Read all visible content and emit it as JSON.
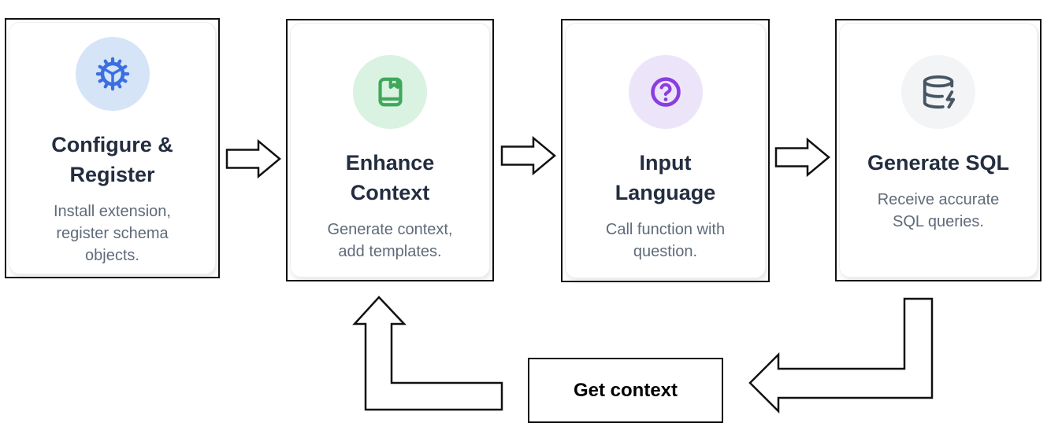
{
  "diagram": {
    "steps": [
      {
        "title": "Configure &\nRegister",
        "description": "Install extension,\nregister schema\nobjects.",
        "icon": "gear-icon",
        "icon_color": "#3B6EE0",
        "icon_bg": "#D6E4F8"
      },
      {
        "title": "Enhance\nContext",
        "description": "Generate context,\nadd templates.",
        "icon": "book-icon",
        "icon_color": "#3FA85A",
        "icon_bg": "#DAF2E2"
      },
      {
        "title": "Input\nLanguage",
        "description": "Call function with\nquestion.",
        "icon": "question-circle-icon",
        "icon_color": "#8B3DDE",
        "icon_bg": "#ECE5FA"
      },
      {
        "title": "Generate SQL",
        "description": "Receive accurate\nSQL queries.",
        "icon": "database-bolt-icon",
        "icon_color": "#475563",
        "icon_bg": "#F2F4F6"
      }
    ],
    "loop_label": "Get context",
    "colors": {
      "card_border": "#111111",
      "title_text": "#232D3F",
      "description_text": "#5F6B7A",
      "arrow_outline": "#111111",
      "background": "#FFFFFF"
    }
  }
}
